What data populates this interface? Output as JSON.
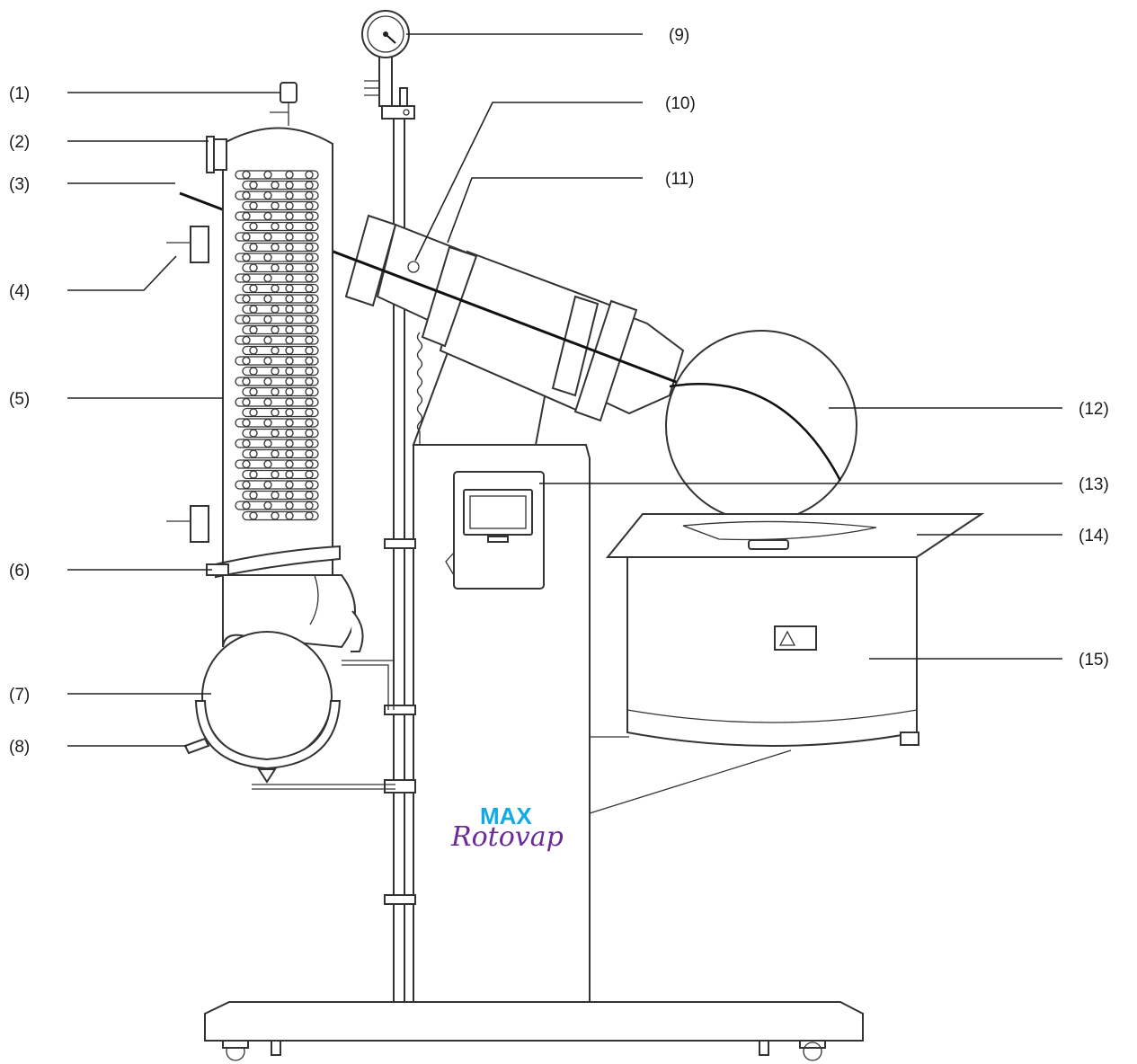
{
  "labels": [
    {
      "id": "1",
      "text": "(1)"
    },
    {
      "id": "2",
      "text": "(2)"
    },
    {
      "id": "3",
      "text": "(3)"
    },
    {
      "id": "4",
      "text": "(4)"
    },
    {
      "id": "5",
      "text": "(5)"
    },
    {
      "id": "6",
      "text": "(6)"
    },
    {
      "id": "7",
      "text": "(7)"
    },
    {
      "id": "8",
      "text": "(8)"
    },
    {
      "id": "9",
      "text": "(9)"
    },
    {
      "id": "10",
      "text": "(10)"
    },
    {
      "id": "11",
      "text": "(11)"
    },
    {
      "id": "12",
      "text": "(12)"
    },
    {
      "id": "13",
      "text": "(13)"
    },
    {
      "id": "14",
      "text": "(14)"
    },
    {
      "id": "15",
      "text": "(15)"
    }
  ],
  "logo": {
    "line1": "MAX",
    "line2": "Rotovap"
  },
  "colors": {
    "line": "#222222",
    "logo_blue": "#12a9e6",
    "logo_purple": "#6a2a9a"
  }
}
